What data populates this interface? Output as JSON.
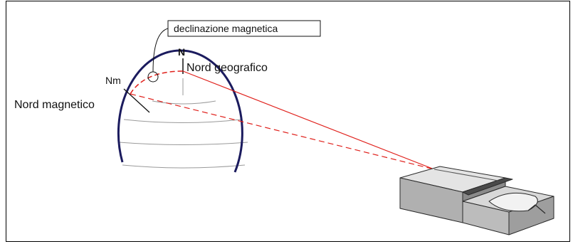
{
  "labels": {
    "declination": "declinazione magnetica",
    "n": "N",
    "nm": "Nm",
    "geographic_north": "Nord geografico",
    "magnetic_north": "Nord magnetico"
  },
  "colors": {
    "globe_outline": "#1b1b5e",
    "bearing_lines": "#e0201b",
    "latitude_lines": "#9a9a9a",
    "compass_face": "#dcdcdc",
    "compass_side": "#a8a8a8",
    "compass_dark": "#4a4a4a"
  }
}
